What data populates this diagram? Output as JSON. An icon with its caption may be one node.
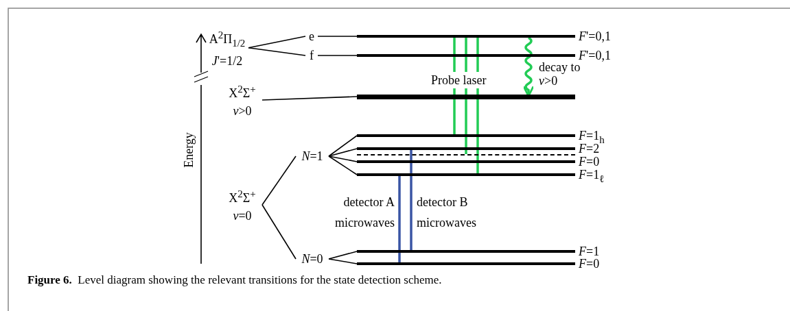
{
  "diagram": {
    "caption": "**Figure 6.**  Level diagram showing the relevant transitions for the state detection scheme.",
    "nodes": [
      {
        "text": [
          "A$^{2}$Π$_{1/2}$ *J*'=1/2"
        ]
      },
      {
        "text": [
          "e"
        ]
      },
      {
        "text": [
          "f"
        ]
      },
      {
        "text": [],
        "shape": "bar",
        "beside": [
          "*F*'=0,1"
        ]
      },
      {
        "text": [],
        "shape": "bar",
        "beside": [
          "*F*'=0,1"
        ]
      },
      {
        "text": [
          "X$^{2}$Σ$^{+}$ *v*>0"
        ]
      },
      {
        "text": [],
        "shape": "bar"
      },
      {
        "text": [
          "X$^{2}$Σ$^{+}$ *v*=0"
        ]
      },
      {
        "text": [
          "*N*=1"
        ]
      },
      {
        "text": [
          "*N*=0"
        ]
      },
      {
        "text": [],
        "shape": "bar",
        "beside": [
          "*F*=1$_{h}$"
        ]
      },
      {
        "text": [],
        "shape": "bar",
        "beside": [
          "*F*=2"
        ]
      },
      {
        "text": [],
        "shape": "bar"
      },
      {
        "text": [],
        "shape": "bar",
        "beside": [
          "*F*=0"
        ]
      },
      {
        "text": [],
        "shape": "bar",
        "beside": [
          "*F*=1$_{ℓ}$"
        ]
      },
      {
        "text": [],
        "shape": "bar",
        "beside": [
          "*F*=1"
        ]
      },
      {
        "text": [],
        "shape": "bar",
        "beside": [
          "*F*=0"
        ]
      }
    ],
    "edges": [
      {
        "from": 0,
        "to": 1,
        "arrow": "none"
      },
      {
        "from": 0,
        "to": 2,
        "arrow": "none"
      },
      {
        "from": 1,
        "to": 3,
        "arrow": "none"
      },
      {
        "from": 2,
        "to": 4,
        "arrow": "none"
      },
      {
        "from": 5,
        "to": 6,
        "arrow": "none"
      },
      {
        "from": 7,
        "to": 8,
        "arrow": "none"
      },
      {
        "from": 7,
        "to": 9,
        "arrow": "none"
      },
      {
        "from": 8,
        "to": 10,
        "arrow": "none"
      },
      {
        "from": 8,
        "to": 11,
        "arrow": "none"
      },
      {
        "from": 8,
        "to": 13,
        "arrow": "none"
      },
      {
        "from": 8,
        "to": 14,
        "arrow": "none"
      },
      {
        "from": 9,
        "to": 15,
        "arrow": "none"
      },
      {
        "from": 9,
        "to": 16,
        "arrow": "none"
      },
      {
        "from": 3,
        "to": 10,
        "arrow": "none",
        "style": "thick",
        "color": "#22cc55"
      },
      {
        "from": 3,
        "to": 12,
        "arrow": "none",
        "style": "thick",
        "color": "#22cc55",
        "label": "Probe laser"
      },
      {
        "from": 3,
        "to": 14,
        "arrow": "none",
        "style": "thick",
        "color": "#22cc55"
      },
      {
        "from": 3,
        "to": 6,
        "arrow": "to",
        "style": "thick",
        "color": "#22cc55",
        "label": "decay to *v*>0"
      },
      {
        "from": 16,
        "to": 14,
        "arrow": "none",
        "style": "thick",
        "color": "#3a55a4",
        "label": "detector A microwaves"
      },
      {
        "from": 15,
        "to": 11,
        "arrow": "none",
        "style": "thick",
        "color": "#3a55a4",
        "label": "detector B microwaves"
      }
    ],
    "labels": [
      "Energy"
    ]
  }
}
